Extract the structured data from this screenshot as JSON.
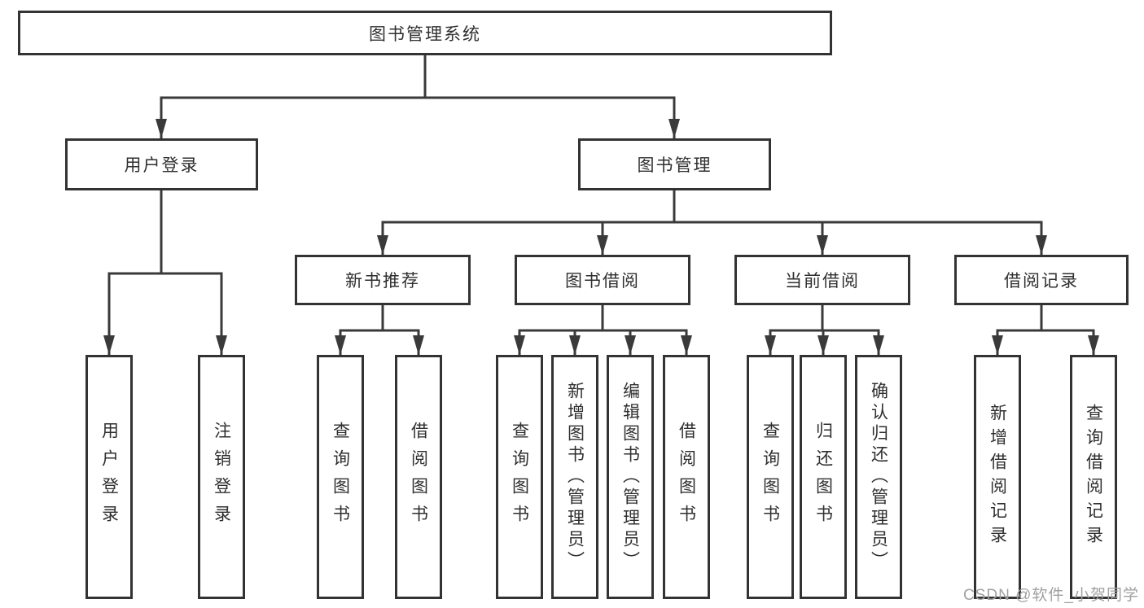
{
  "page": {
    "background": "#ffffff"
  },
  "style": {
    "line_color": "#3a3a3a",
    "box_border_color": "#333333",
    "text_color": "#2f2f2f"
  },
  "watermark": {
    "text": "CSDN @软件_小贺同学",
    "color": "#a0a0a0"
  },
  "tree": {
    "root": {
      "label": "图书管理系统",
      "children": [
        {
          "label": "用户登录",
          "children": [
            {
              "label": "用户登录"
            },
            {
              "label": "注销登录"
            }
          ]
        },
        {
          "label": "图书管理",
          "children": [
            {
              "label": "新书推荐",
              "children": [
                {
                  "label": "查询图书"
                },
                {
                  "label": "借阅图书"
                }
              ]
            },
            {
              "label": "图书借阅",
              "children": [
                {
                  "label": "查询图书"
                },
                {
                  "label": "新增图书（管理员）"
                },
                {
                  "label": "编辑图书（管理员）"
                },
                {
                  "label": "借阅图书"
                }
              ]
            },
            {
              "label": "当前借阅",
              "children": [
                {
                  "label": "查询图书"
                },
                {
                  "label": "归还图书"
                },
                {
                  "label": "确认归还（管理员）"
                }
              ]
            },
            {
              "label": "借阅记录",
              "children": [
                {
                  "label": "新增借阅记录"
                },
                {
                  "label": "查询借阅记录"
                }
              ]
            }
          ]
        }
      ]
    }
  }
}
